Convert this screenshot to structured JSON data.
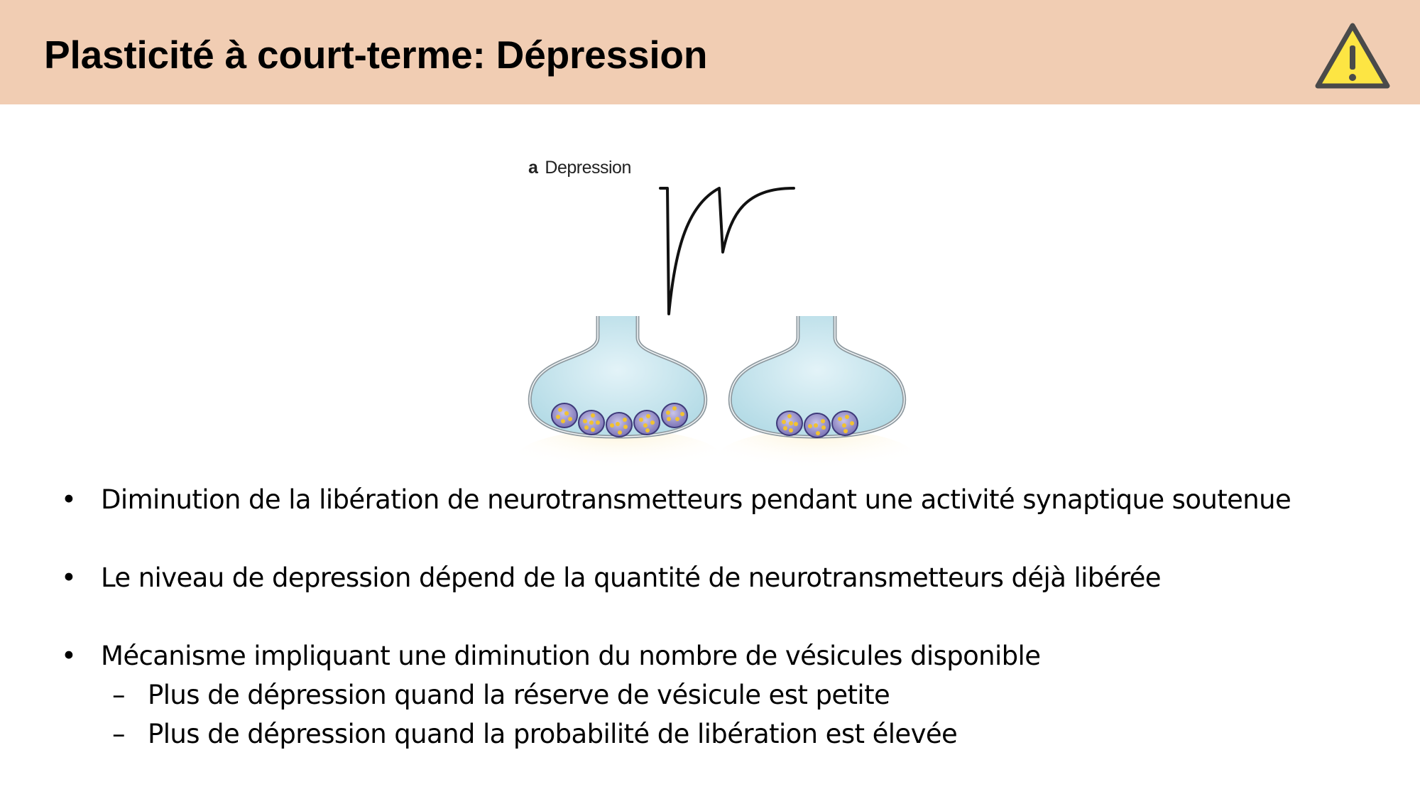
{
  "slide": {
    "title": "Plasticité à court-terme: Dépression",
    "header_color": "#f1cdb3",
    "warning_icon": {
      "name": "warning-icon",
      "fill": "#fde543",
      "stroke": "#4a4a4a"
    }
  },
  "figure": {
    "panel_letter": "a",
    "panel_label": "Depression",
    "terminals": [
      {
        "name": "terminal-before",
        "vesicle_count": 5
      },
      {
        "name": "terminal-after",
        "vesicle_count": 3
      }
    ]
  },
  "bullets": [
    {
      "marker": "•",
      "text": "Diminution de la libération de neurotransmetteurs pendant une activité synaptique soutenue"
    },
    {
      "marker": "•",
      "text": "Le niveau de depression dépend de la quantité de neurotransmetteurs déjà libérée"
    },
    {
      "marker": "•",
      "text": "Mécanisme impliquant une diminution du nombre de vésicules disponible",
      "sub": [
        {
          "marker": "–",
          "text": "Plus de dépression quand la réserve de vésicule est petite"
        },
        {
          "marker": "–",
          "text": "Plus de dépression quand la probabilité de libération est élevée"
        }
      ]
    }
  ]
}
